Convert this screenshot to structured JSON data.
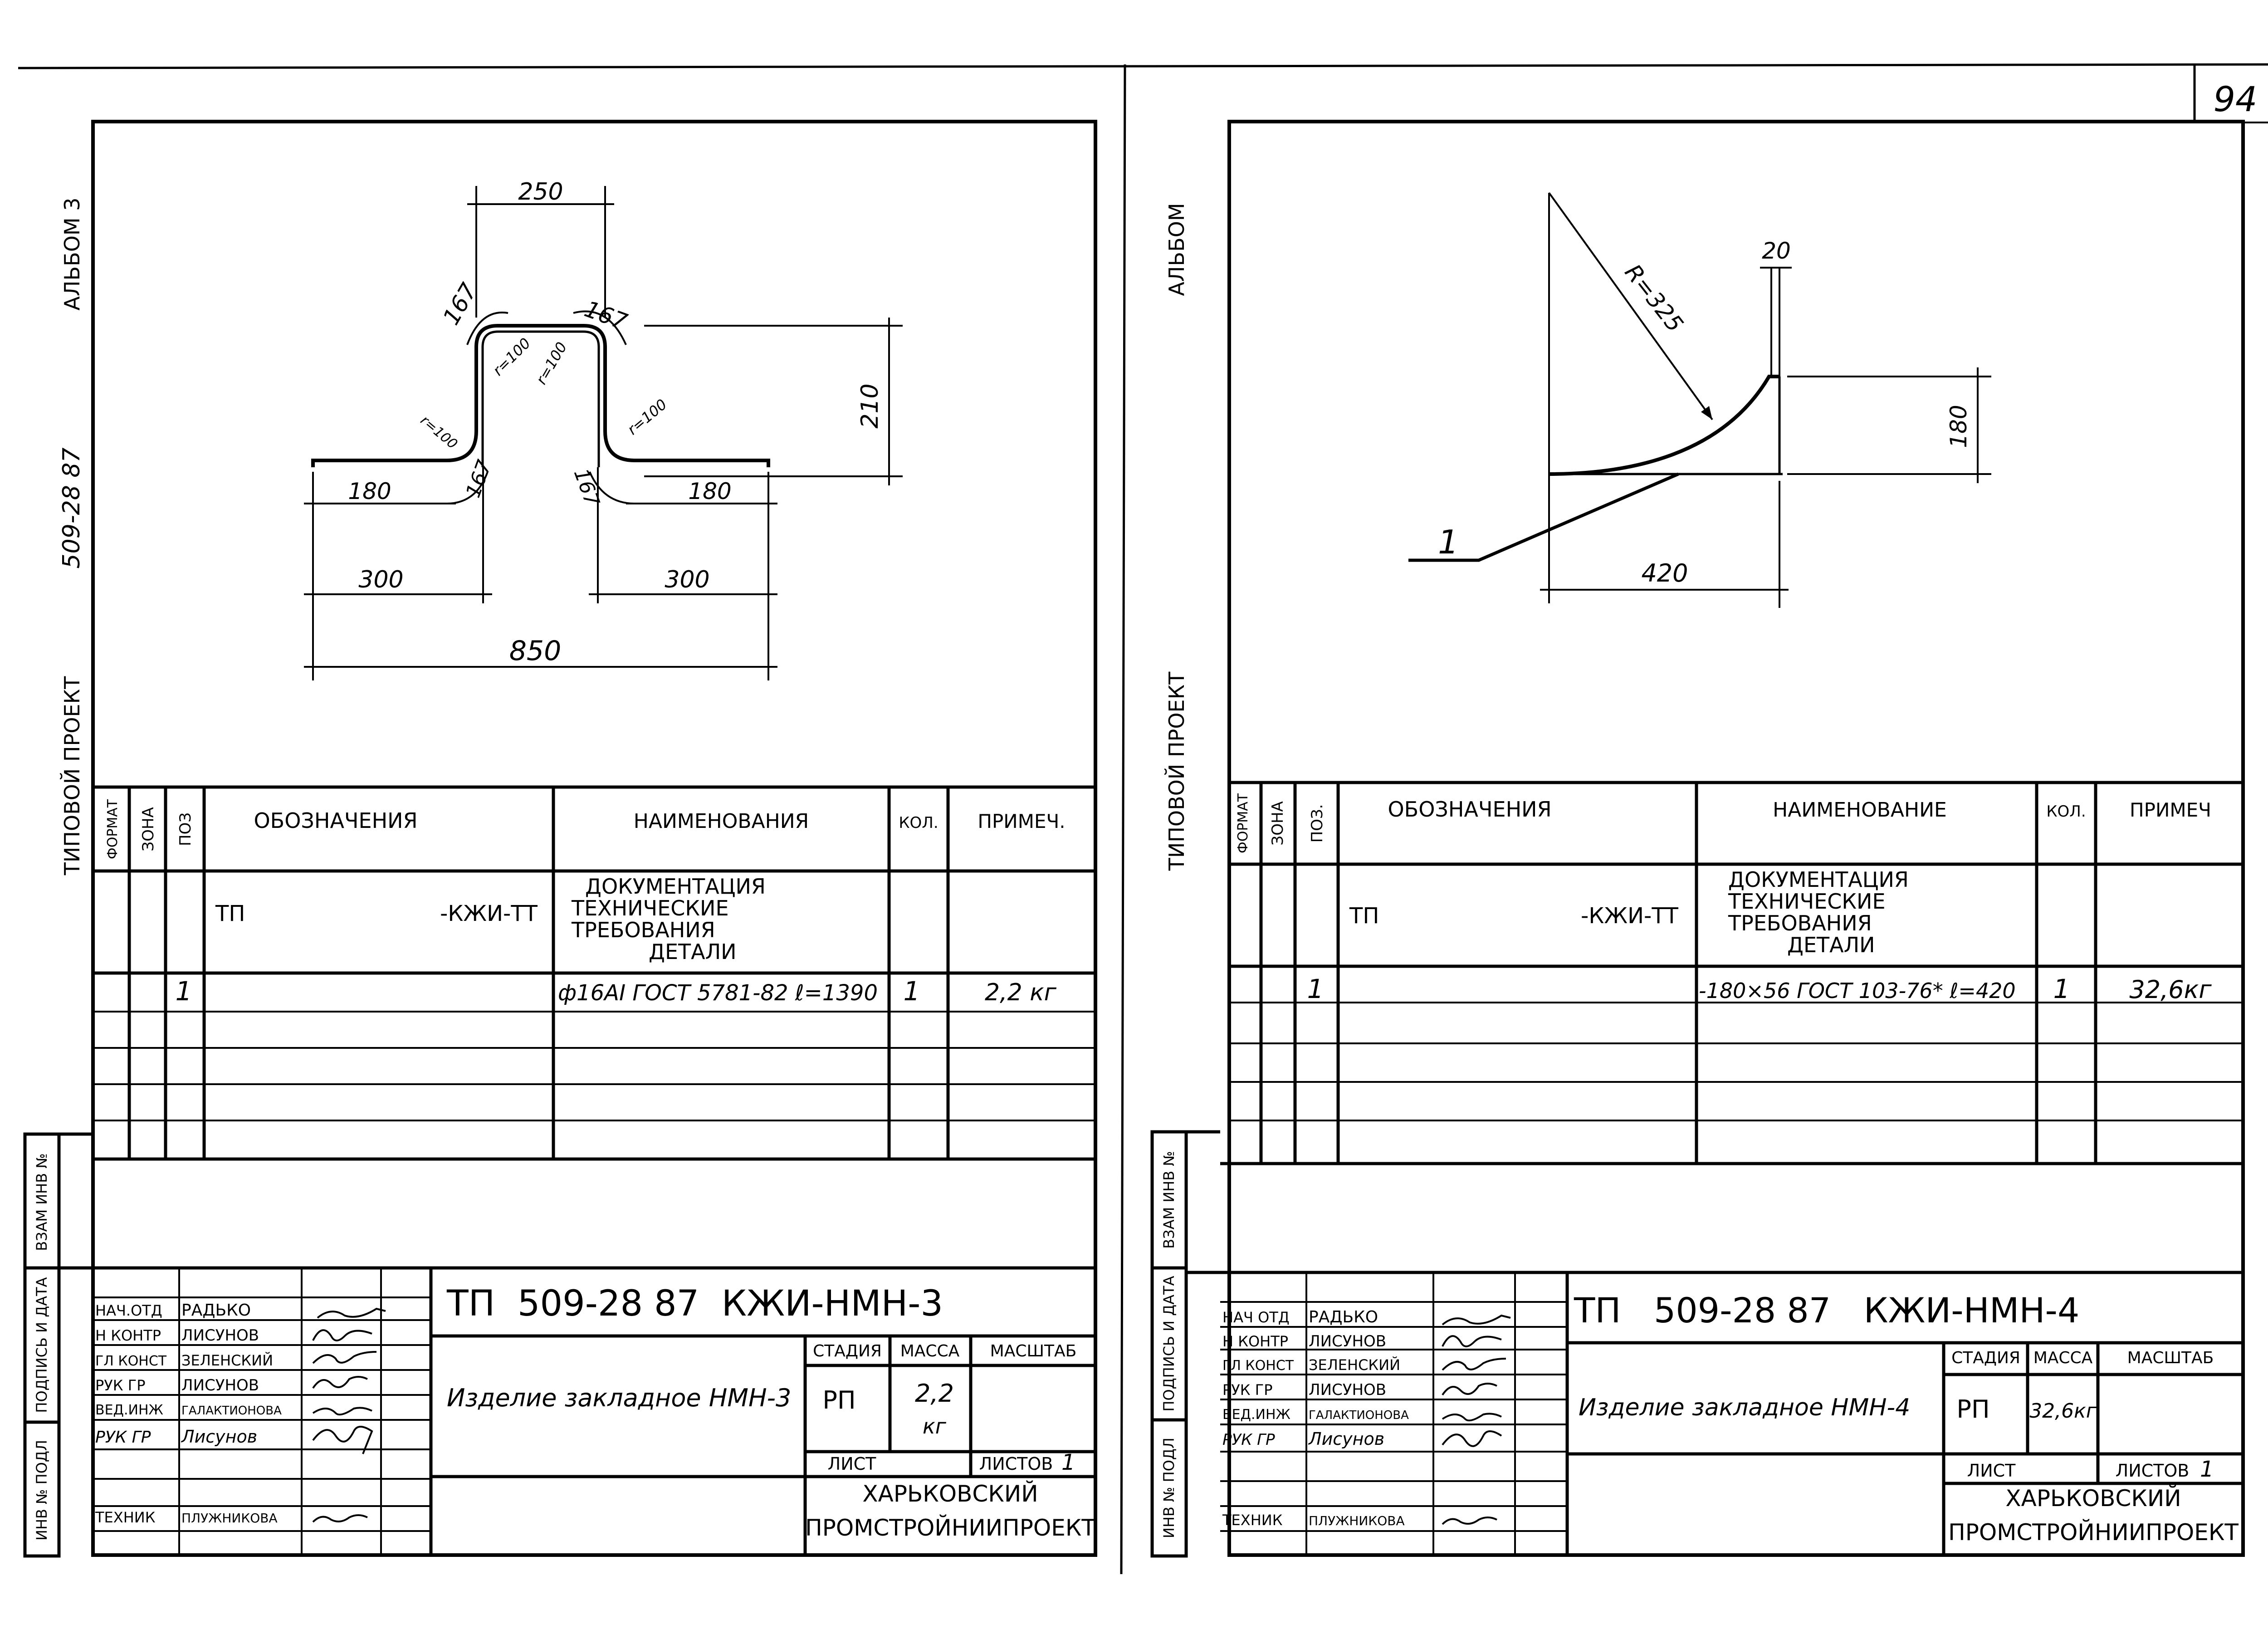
{
  "page_number": "94",
  "left": {
    "side_album": "АЛЬБОМ 3",
    "side_code": "509-28 87",
    "side_project": "ТИПОВОЙ ПРОЕКТ",
    "margin": {
      "inv_podl": "ИНВ № ПОДЛ",
      "podpis": "ПОДПИСЬ И ДАТА",
      "vzam": "ВЗАМ ИНВ №"
    },
    "dims": {
      "top": "250",
      "arc_l": "167",
      "arc_r": "167",
      "r_in_l": "r=100",
      "r_in_r": "r=100",
      "r_bot_l": "r=100",
      "r_bot_r": "r=100",
      "height": "210",
      "arc_bl": "167",
      "arc_br": "167",
      "foot_l": "180",
      "foot_r": "180",
      "half_l": "300",
      "half_r": "300",
      "total": "850"
    },
    "spec": {
      "headers": {
        "format": "ФОРМАТ",
        "zone": "ЗОНА",
        "pos": "ПОЗ",
        "designation": "ОБОЗНАЧЕНИЯ",
        "name": "НАИМЕНОВАНИЯ",
        "qty": "КОЛ.",
        "note": "ПРИМЕЧ."
      },
      "doc_code_prefix": "ТП",
      "doc_code": "-КЖИ-ТТ",
      "doc_lines": [
        "ДОКУМЕНТАЦИЯ",
        "ТЕХНИЧЕСКИЕ",
        "ТРЕБОВАНИЯ",
        "ДЕТАЛИ"
      ],
      "row": {
        "pos": "1",
        "name": "ф16АI ГОСТ 5781-82 ℓ=1390",
        "qty": "1",
        "note": "2,2 кг"
      }
    },
    "title": {
      "code": "ТП  509-28 87  КЖИ-НМН-3",
      "name": "Изделие закладное НМН-3",
      "roles": [
        "НАЧ.ОТД",
        "Н КОНТР",
        "ГЛ КОНСТ",
        "РУК ГР",
        "ВЕД.ИНЖ",
        "РУК ГР",
        "ТЕХНИК"
      ],
      "people": [
        "РАДЬКО",
        "ЛИСУНОВ",
        "ЗЕЛЕНСКИЙ",
        "ЛИСУНОВ",
        "ГАЛАКТИОНОВА",
        "Лисунов",
        "ПЛУЖНИКОВА"
      ],
      "stage_h": "СТАДИЯ",
      "mass_h": "МАССА",
      "scale_h": "МАСШТАБ",
      "stage": "РП",
      "mass": "2,2",
      "mass_unit": "кг",
      "sheet_h": "ЛИСТ",
      "sheets_h": "ЛИСТОВ",
      "sheets": "1",
      "org1": "ХАРЬКОВСКИЙ",
      "org2": "ПРОМСТРОЙНИИПРОЕКТ"
    }
  },
  "right": {
    "side_album": "АЛЬБОМ",
    "side_project": "ТИПОВОЙ ПРОЕКТ",
    "margin": {
      "inv_podl": "ИНВ № ПОДЛ",
      "podpis": "ПОДПИСЬ И ДАТА",
      "vzam": "ВЗАМ ИНВ №"
    },
    "dims": {
      "radius": "R=325",
      "thick": "20",
      "height": "180",
      "width": "420",
      "pos": "1"
    },
    "spec": {
      "headers": {
        "format": "ФОРМАТ",
        "zone": "ЗОНА",
        "pos": "ПОЗ.",
        "designation": "ОБОЗНАЧЕНИЯ",
        "name": "НАИМЕНОВАНИЕ",
        "qty": "КОЛ.",
        "note": "ПРИМЕЧ"
      },
      "doc_code_prefix": "ТП",
      "doc_code": "-КЖИ-ТТ",
      "doc_lines": [
        "ДОКУМЕНТАЦИЯ",
        "ТЕХНИЧЕСКИЕ",
        "ТРЕБОВАНИЯ",
        "ДЕТАЛИ"
      ],
      "row": {
        "pos": "1",
        "name": "-180×56 ГОСТ 103-76* ℓ=420",
        "qty": "1",
        "note": "32,6кг"
      }
    },
    "title": {
      "code": "ТП   509-28 87   КЖИ-НМН-4",
      "name": "Изделие закладное НМН-4",
      "roles": [
        "НАЧ ОТД",
        "Н КОНТР",
        "ГЛ КОНСТ",
        "РУК ГР",
        "ВЕД.ИНЖ",
        "РУК ГР",
        "ТЕХНИК"
      ],
      "people": [
        "РАДЬКО",
        "ЛИСУНОВ",
        "ЗЕЛЕНСКИЙ",
        "ЛИСУНОВ",
        "ГАЛАКТИОНОВА",
        "Лисунов",
        "ПЛУЖНИКОВА"
      ],
      "stage_h": "СТАДИЯ",
      "mass_h": "МАССА",
      "scale_h": "МАСШТАБ",
      "stage": "РП",
      "mass": "32,6кг",
      "sheet_h": "ЛИСТ",
      "sheets_h": "ЛИСТОВ",
      "sheets": "1",
      "org1": "ХАРЬКОВСКИЙ",
      "org2": "ПРОМСТРОЙНИИПРОЕКТ"
    }
  }
}
